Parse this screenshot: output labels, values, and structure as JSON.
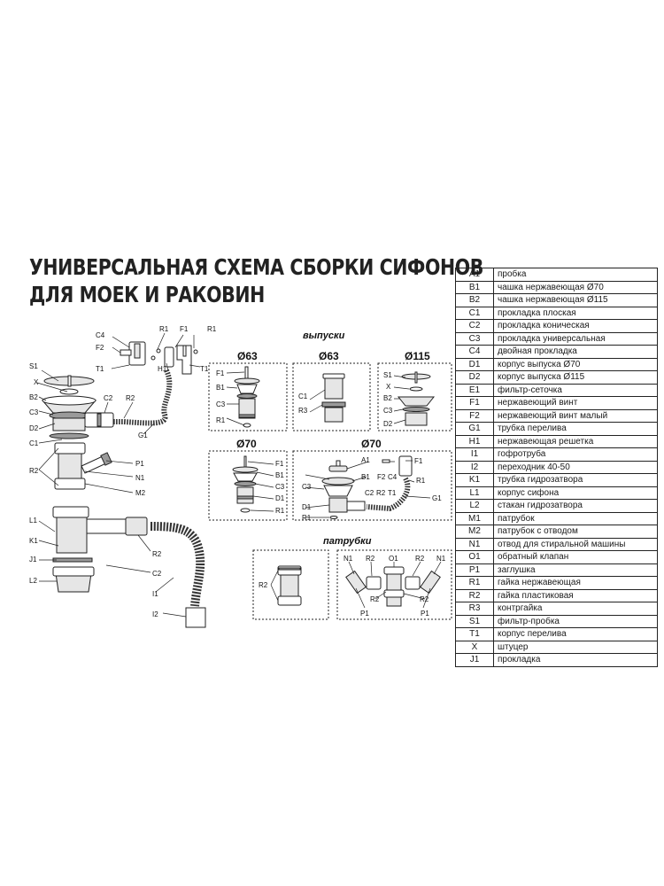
{
  "title": {
    "line1": "УНИВЕРСАЛЬНАЯ СХЕМА СБОРКИ СИФОНОВ",
    "line2": "ДЛЯ МОЕК И РАКОВИН"
  },
  "sections": {
    "outlets": "выпуски",
    "pipes": "патрубки"
  },
  "panels": {
    "p63a": "Ø63",
    "p63b": "Ø63",
    "p115": "Ø115",
    "p70a": "Ø70",
    "p70b": "Ø70"
  },
  "main_labels": {
    "c4": "C4",
    "f2": "F2",
    "t1_left": "T1",
    "r1_a": "R1",
    "f1": "F1",
    "r1_b": "R1",
    "h1": "H1",
    "t1_right": "T1",
    "s1": "S1",
    "x": "X",
    "b2": "B2",
    "c3": "C3",
    "d2": "D2",
    "c2_top": "C2",
    "r2_top": "R2",
    "c1": "C1",
    "g1": "G1",
    "r2_mid": "R2",
    "p1": "P1",
    "n1": "N1",
    "m2": "M2",
    "l1": "L1",
    "k1": "K1",
    "j1": "J1",
    "l2": "L2",
    "r2_low": "R2",
    "c2_low": "C2",
    "i1": "I1",
    "i2": "I2"
  },
  "panel_labels": {
    "p63a": {
      "f1": "F1",
      "b1": "B1",
      "c3": "C3",
      "r1": "R1"
    },
    "p63b": {
      "c1": "C1",
      "r3": "R3"
    },
    "p115": {
      "s1": "S1",
      "x": "X",
      "b2": "B2",
      "c3": "C3",
      "d2": "D2"
    },
    "p70a": {
      "f1": "F1",
      "b1": "B1",
      "c3": "C3",
      "d1": "D1",
      "r1": "R1"
    },
    "p70b": {
      "a1": "A1",
      "f2": "F2",
      "c4": "C4",
      "f1": "F1",
      "b1": "B1",
      "c3": "C3",
      "c2": "C2",
      "r2": "R2",
      "t1": "T1",
      "r1": "R1",
      "g1": "G1",
      "d1": "D1",
      "r1b": "R1"
    },
    "pipes_a": {
      "r2": "R2"
    },
    "pipes_b": {
      "n1a": "N1",
      "r2a": "R2",
      "o1": "O1",
      "r2b": "R2",
      "n1b": "N1",
      "r2c": "R2",
      "r2d": "R2",
      "p1a": "P1",
      "p1b": "P1"
    }
  },
  "legend": [
    {
      "code": "A1",
      "desc": "пробка"
    },
    {
      "code": "B1",
      "desc": "чашка нержавеющая Ø70"
    },
    {
      "code": "B2",
      "desc": "чашка нержавеющая Ø115"
    },
    {
      "code": "C1",
      "desc": "прокладка плоская"
    },
    {
      "code": "C2",
      "desc": "прокладка коническая"
    },
    {
      "code": "C3",
      "desc": "прокладка универсальная"
    },
    {
      "code": "C4",
      "desc": "двойная прокладка"
    },
    {
      "code": "D1",
      "desc": "корпус выпуска Ø70"
    },
    {
      "code": "D2",
      "desc": "корпус выпуска Ø115"
    },
    {
      "code": "E1",
      "desc": "фильтр-сеточка"
    },
    {
      "code": "F1",
      "desc": "нержавеющий винт"
    },
    {
      "code": "F2",
      "desc": "нержавеющий винт малый"
    },
    {
      "code": "G1",
      "desc": "трубка перелива"
    },
    {
      "code": "H1",
      "desc": "нержавеющая решетка"
    },
    {
      "code": "I1",
      "desc": "гофротруба"
    },
    {
      "code": "I2",
      "desc": "переходник 40-50"
    },
    {
      "code": "K1",
      "desc": "трубка гидрозатвора"
    },
    {
      "code": "L1",
      "desc": "корпус сифона"
    },
    {
      "code": "L2",
      "desc": "стакан гидрозатвора"
    },
    {
      "code": "M1",
      "desc": "патрубок"
    },
    {
      "code": "M2",
      "desc": "патрубок с отводом"
    },
    {
      "code": "N1",
      "desc": "отвод для стиральной машины"
    },
    {
      "code": "O1",
      "desc": "обратный клапан"
    },
    {
      "code": "P1",
      "desc": "заглушка"
    },
    {
      "code": "R1",
      "desc": "гайка нержавеющая"
    },
    {
      "code": "R2",
      "desc": "гайка пластиковая"
    },
    {
      "code": "R3",
      "desc": "контргайка"
    },
    {
      "code": "S1",
      "desc": "фильтр-пробка"
    },
    {
      "code": "T1",
      "desc": "корпус перелива"
    },
    {
      "code": "X",
      "desc": "штуцер"
    },
    {
      "code": "J1",
      "desc": "прокладка"
    }
  ]
}
